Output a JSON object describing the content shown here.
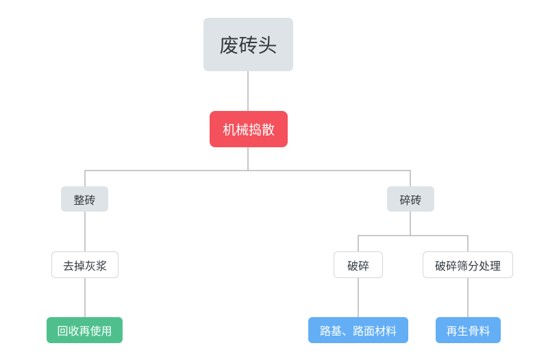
{
  "root": "废砖头",
  "mechanical": "机械捣散",
  "branches": {
    "whole": {
      "label": "整砖",
      "step": "去掉灰浆",
      "result": "回收再使用"
    },
    "broken": {
      "label": "碎砖",
      "steps": [
        {
          "label": "破碎",
          "result": "路基、路面材料"
        },
        {
          "label": "破碎筛分处理",
          "result": "再生骨料"
        }
      ]
    }
  },
  "colors": {
    "gray_node": "#dde3e6",
    "red_node": "#f4515c",
    "green_node": "#4fc08d",
    "blue_node": "#63aef5",
    "connector": "#a9a9a9"
  }
}
